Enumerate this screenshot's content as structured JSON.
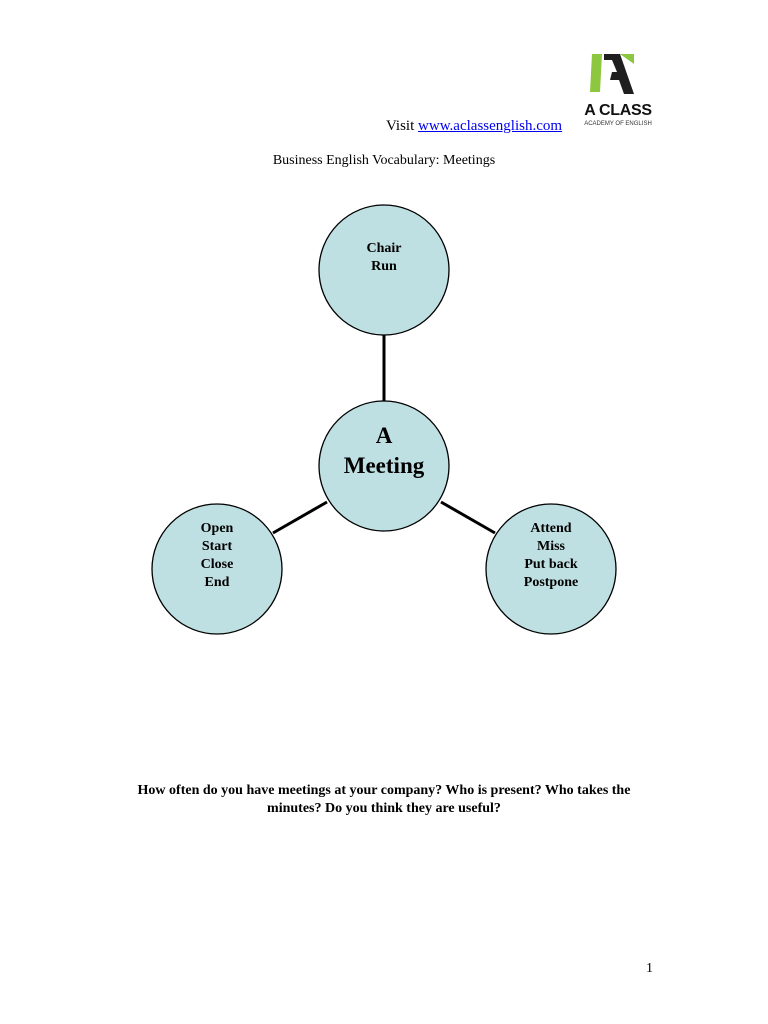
{
  "logo": {
    "name": "A CLASS",
    "tagline": "ACADEMY OF ENGLISH",
    "colors": {
      "green": "#8dc63f",
      "dark": "#1f1f1f"
    }
  },
  "header": {
    "visit_text": "Visit",
    "url_text": "www.aclassenglish.com"
  },
  "title": "Business English Vocabulary: Meetings",
  "diagram": {
    "center": {
      "lines": [
        "A",
        "Meeting"
      ]
    },
    "nodes": [
      {
        "id": "top",
        "lines": [
          "Chair",
          "Run"
        ]
      },
      {
        "id": "left",
        "lines": [
          "Open",
          "Start",
          "Close",
          "End"
        ]
      },
      {
        "id": "right",
        "lines": [
          "Attend",
          "Miss",
          "Put back",
          "Postpone"
        ]
      }
    ],
    "colors": {
      "fill": "#bfe0e2",
      "stroke": "#000000"
    }
  },
  "question": "How often do you have meetings at your company? Who is present? Who takes the minutes? Do you think they are useful?",
  "page_number": "1"
}
